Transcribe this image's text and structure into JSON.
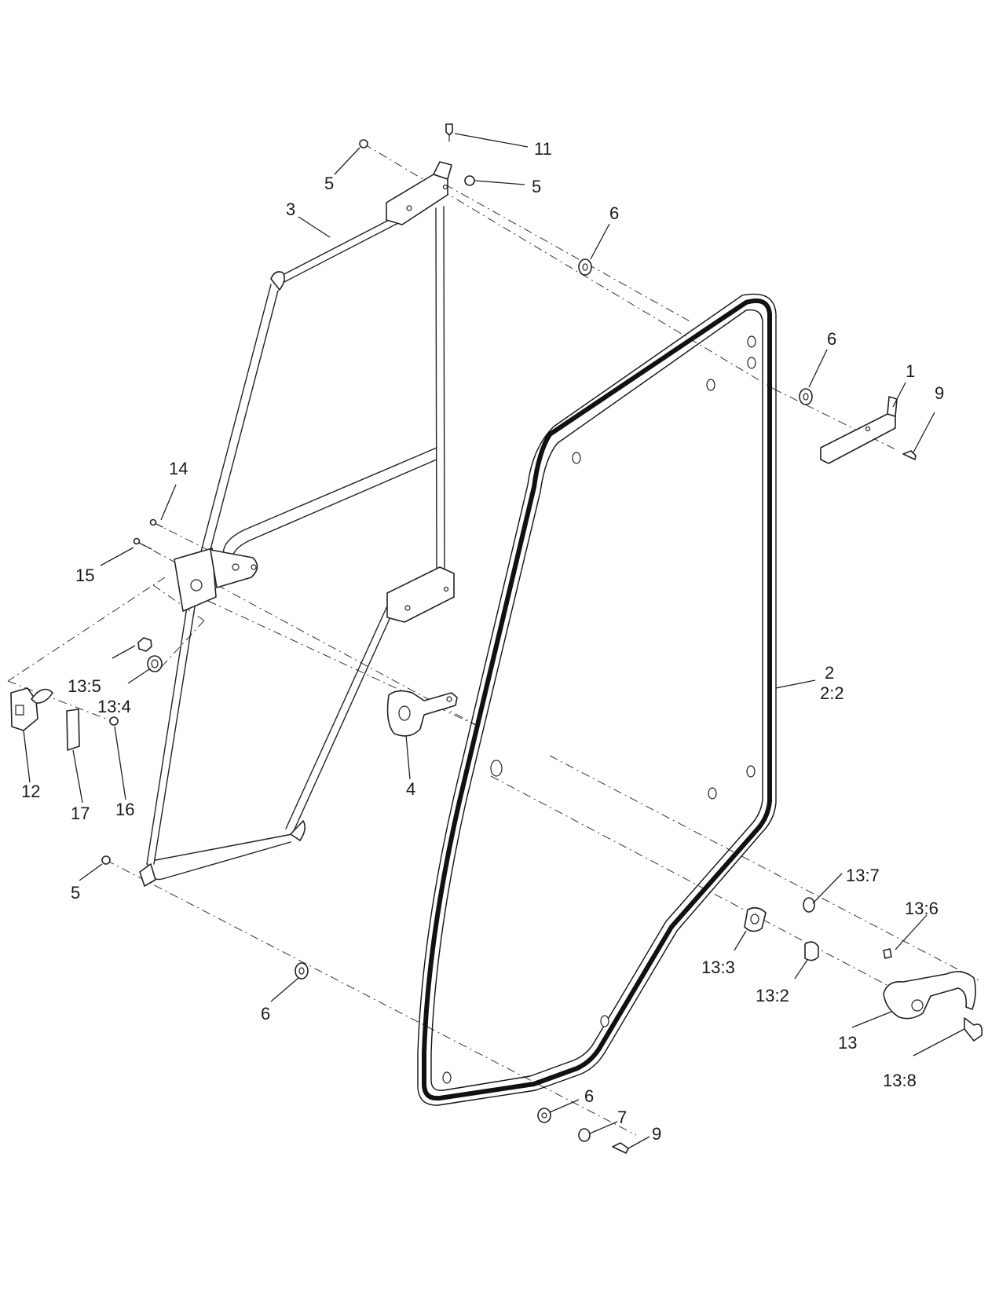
{
  "callouts": [
    {
      "id": "c-11",
      "text": "11"
    },
    {
      "id": "c-5a",
      "text": "5"
    },
    {
      "id": "c-5b",
      "text": "5"
    },
    {
      "id": "c-3",
      "text": "3"
    },
    {
      "id": "c-6a",
      "text": "6"
    },
    {
      "id": "c-6b",
      "text": "6"
    },
    {
      "id": "c-1",
      "text": "1"
    },
    {
      "id": "c-9a",
      "text": "9"
    },
    {
      "id": "c-14",
      "text": "14"
    },
    {
      "id": "c-15",
      "text": "15"
    },
    {
      "id": "c-13-5",
      "text": "13:5"
    },
    {
      "id": "c-13-4",
      "text": "13:4"
    },
    {
      "id": "c-2",
      "text": "2"
    },
    {
      "id": "c-2-2",
      "text": "2:2"
    },
    {
      "id": "c-12",
      "text": "12"
    },
    {
      "id": "c-17",
      "text": "17"
    },
    {
      "id": "c-16",
      "text": "16"
    },
    {
      "id": "c-4",
      "text": "4"
    },
    {
      "id": "c-5c",
      "text": "5"
    },
    {
      "id": "c-13-7",
      "text": "13:7"
    },
    {
      "id": "c-13-6",
      "text": "13:6"
    },
    {
      "id": "c-13-3",
      "text": "13:3"
    },
    {
      "id": "c-13-2",
      "text": "13:2"
    },
    {
      "id": "c-6c",
      "text": "6"
    },
    {
      "id": "c-13",
      "text": "13"
    },
    {
      "id": "c-13-8",
      "text": "13:8"
    },
    {
      "id": "c-6d",
      "text": "6"
    },
    {
      "id": "c-7",
      "text": "7"
    },
    {
      "id": "c-9b",
      "text": "9"
    }
  ]
}
